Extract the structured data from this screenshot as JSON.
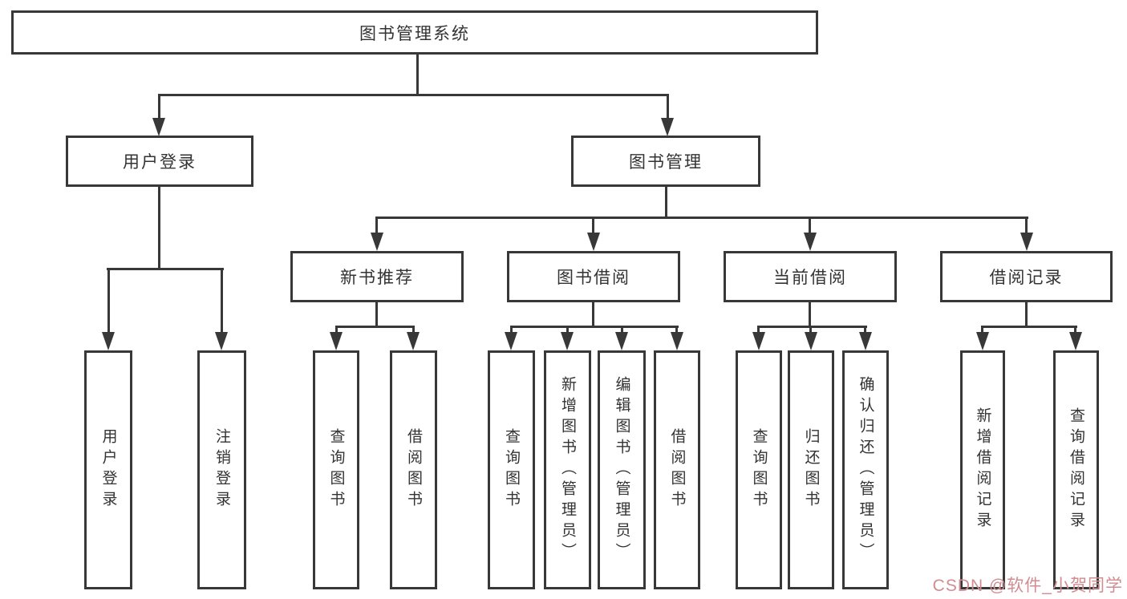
{
  "nodes": {
    "root": "图书管理系统",
    "user_login": "用户登录",
    "book_management": "图书管理",
    "new_book_recommend": "新书推荐",
    "book_borrowing": "图书借阅",
    "current_borrowing": "当前借阅",
    "borrowing_records": "借阅记录",
    "ul_user_login": "用户登录",
    "ul_logout": "注销登录",
    "nr_query_book": "查询图书",
    "nr_borrow_book": "借阅图书",
    "bb_query_book": "查询图书",
    "bb_add_book_admin": "新增图书（管理员）",
    "bb_edit_book_admin": "编辑图书（管理员）",
    "bb_borrow_book": "借阅图书",
    "cb_query_book": "查询图书",
    "cb_return_book": "归还图书",
    "cb_confirm_return_admin": "确认归还（管理员）",
    "br_add_record": "新增借阅记录",
    "br_query_record": "查询借阅记录"
  },
  "edges": [
    {
      "from": "图书管理系统",
      "to": [
        "用户登录",
        "图书管理"
      ]
    },
    {
      "from": "用户登录",
      "to": [
        "用户登录",
        "注销登录"
      ]
    },
    {
      "from": "图书管理",
      "to": [
        "新书推荐",
        "图书借阅",
        "当前借阅",
        "借阅记录"
      ]
    },
    {
      "from": "新书推荐",
      "to": [
        "查询图书",
        "借阅图书"
      ]
    },
    {
      "from": "图书借阅",
      "to": [
        "查询图书",
        "新增图书（管理员）",
        "编辑图书（管理员）",
        "借阅图书"
      ]
    },
    {
      "from": "当前借阅",
      "to": [
        "查询图书",
        "归还图书",
        "确认归还（管理员）"
      ]
    },
    {
      "from": "借阅记录",
      "to": [
        "新增借阅记录",
        "查询借阅记录"
      ]
    }
  ],
  "watermark": {
    "text": "CSDN @软件_小贺同学",
    "color": "#d18c91"
  },
  "colors": {
    "line": "#383838",
    "text": "#333333",
    "background": "#ffffff"
  }
}
